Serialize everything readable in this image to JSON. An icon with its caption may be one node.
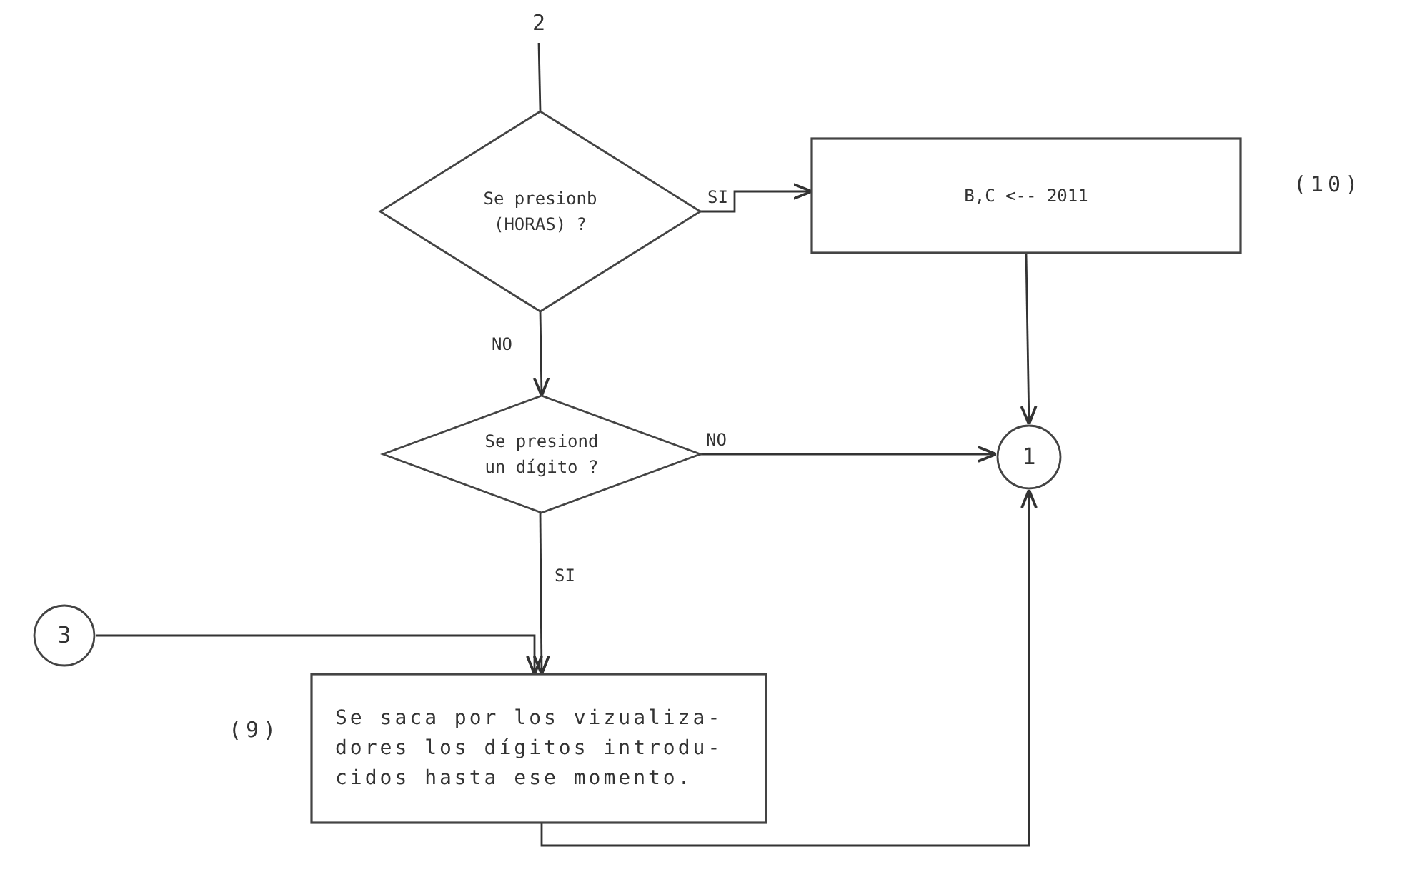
{
  "diagram": {
    "nodes": [
      {
        "text": [
          "2"
        ]
      },
      {
        "text": [
          "Se presionb (HORAS) ?"
        ]
      },
      {
        "text": [
          "B,C <-- 2011"
        ],
        "beside": [
          "(10)"
        ]
      },
      {
        "text": [
          "Se presiond un dígito ?"
        ]
      },
      {
        "text": [
          "1"
        ]
      },
      {
        "text": [
          "3"
        ]
      },
      {
        "text": [
          "Se saca por los vizualiza- dores los dígitos introdu- cidos hasta ese momento."
        ],
        "beside": [
          "(9)"
        ]
      }
    ],
    "edges": [
      {
        "from": 0,
        "to": 1,
        "arrow": "none"
      },
      {
        "from": 1,
        "to": 2,
        "arrow": "to",
        "label": "SI"
      },
      {
        "from": 1,
        "to": 3,
        "arrow": "to",
        "label": "NO"
      },
      {
        "from": 3,
        "to": 4,
        "arrow": "to",
        "label": "NO"
      },
      {
        "from": 2,
        "to": 4,
        "arrow": "to"
      },
      {
        "from": 3,
        "to": 6,
        "arrow": "to",
        "label": "SI"
      },
      {
        "from": 5,
        "to": 6,
        "arrow": "to"
      },
      {
        "from": 6,
        "to": 4,
        "arrow": "to"
      }
    ]
  }
}
